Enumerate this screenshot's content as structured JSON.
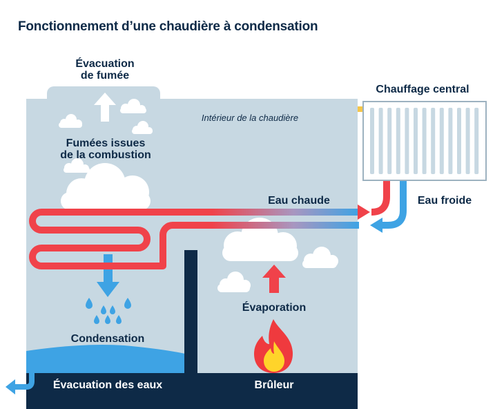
{
  "title": "Fonctionnement d’une chaudière à condensation",
  "labels": {
    "smoke_exhaust_l1": "Évacuation",
    "smoke_exhaust_l2": "de fumée",
    "combustion_l1": "Fumées issues",
    "combustion_l2": "de la combustion",
    "interior": "Intérieur de la chaudière",
    "central_heating": "Chauffage central",
    "hot_water": "Eau chaude",
    "cold_water": "Eau froide",
    "evaporation": "Évaporation",
    "condensation": "Condensation",
    "water_drain": "Évacuation des eaux",
    "burner": "Brûleur"
  },
  "colors": {
    "boiler_bg": "#c7d8e2",
    "navy": "#0e2a47",
    "hot": "#f0424a",
    "cold": "#3ea3e4",
    "flame_outer": "#ef3a3e",
    "flame_inner": "#ffd42a"
  },
  "icons": [
    "up-arrow-icon",
    "cloud-icon",
    "radiator-icon",
    "flame-icon",
    "water-drop-icon",
    "drain-arrow-icon"
  ]
}
